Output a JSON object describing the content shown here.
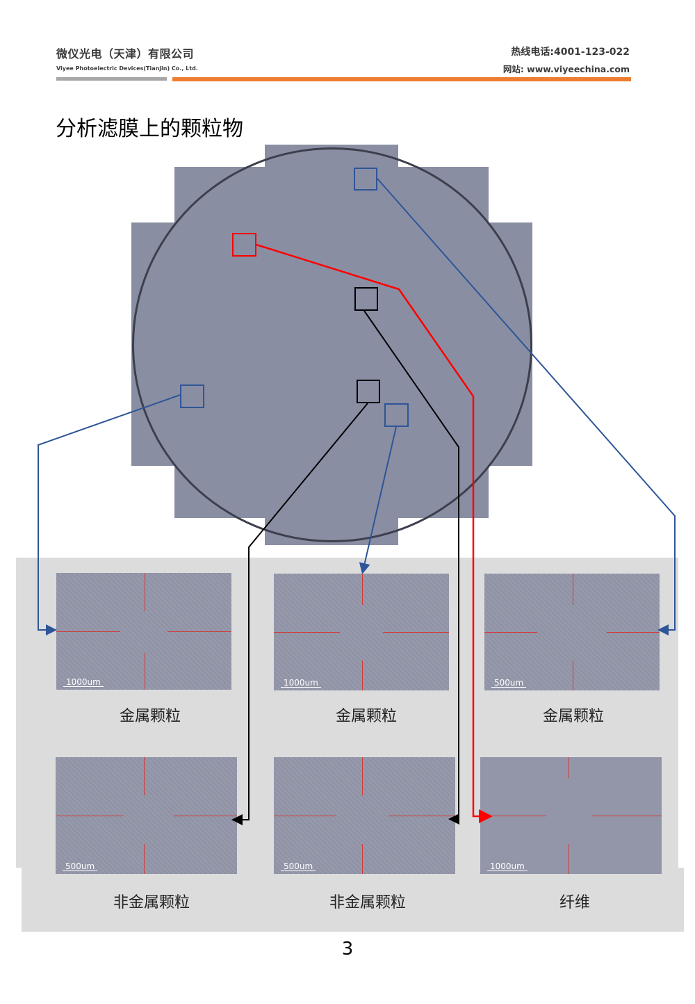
{
  "header": {
    "company_cn": "微仪光电（天津）有限公司",
    "company_en": "Viyee Photoelectric Devices(Tianjin) Co., Ltd.",
    "hotline": "热线电话:4001-123-022",
    "website": "网站: www.viyeechina.com",
    "colors": {
      "gray_bar": "#a6a6a6",
      "orange_bar": "#ed7d31"
    }
  },
  "page_title": "分析滤膜上的颗粒物",
  "filter_image": {
    "description": "filter-membrane-overview",
    "markers": [
      {
        "id": "blue-top",
        "color": "#2e5597"
      },
      {
        "id": "red-fiber",
        "color": "#ff0000"
      },
      {
        "id": "black-upper",
        "color": "#000000"
      },
      {
        "id": "blue-left",
        "color": "#2e5597"
      },
      {
        "id": "black-lower",
        "color": "#000000"
      },
      {
        "id": "blue-center",
        "color": "#2e5597"
      }
    ]
  },
  "micrographs": [
    {
      "scale": "1000um",
      "caption": "金属颗粒"
    },
    {
      "scale": "1000um",
      "caption": "金属颗粒"
    },
    {
      "scale": "500um",
      "caption": "金属颗粒"
    },
    {
      "scale": "500um",
      "caption": "非金属颗粒"
    },
    {
      "scale": "500um",
      "caption": "非金属颗粒"
    },
    {
      "scale": "1000um",
      "caption": "纤维"
    }
  ],
  "page_number": "3"
}
